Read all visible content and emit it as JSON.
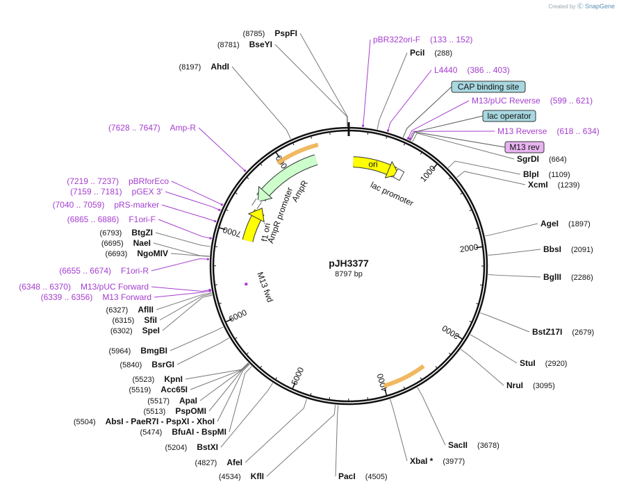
{
  "credit": {
    "prefix": "Created by",
    "brand": "SnapGene"
  },
  "plasmid": {
    "name": "pJH3377",
    "length_label": "8797 bp",
    "length": 8797
  },
  "ticks": [
    "1000",
    "2000",
    "3000",
    "4000",
    "5000",
    "6000",
    "7000",
    "8000"
  ],
  "enzymes": [
    {
      "name": "PspFI",
      "pos": "(8785)",
      "site": 8785
    },
    {
      "name": "BseYI",
      "pos": "(8781)",
      "site": 8781
    },
    {
      "name": "AhdI",
      "pos": "(8197)",
      "site": 8197
    },
    {
      "name": "PciI",
      "pos": "(288)",
      "site": 288
    },
    {
      "name": "SgrDI",
      "pos": "(664)",
      "site": 664
    },
    {
      "name": "BlpI",
      "pos": "(1109)",
      "site": 1109
    },
    {
      "name": "XcmI",
      "pos": "(1239)",
      "site": 1239
    },
    {
      "name": "AgeI",
      "pos": "(1897)",
      "site": 1897
    },
    {
      "name": "BbsI",
      "pos": "(2091)",
      "site": 2091
    },
    {
      "name": "BglII",
      "pos": "(2286)",
      "site": 2286
    },
    {
      "name": "BstZ17I",
      "pos": "(2679)",
      "site": 2679
    },
    {
      "name": "StuI",
      "pos": "(2920)",
      "site": 2920
    },
    {
      "name": "NruI",
      "pos": "(3095)",
      "site": 3095
    },
    {
      "name": "SacII",
      "pos": "(3678)",
      "site": 3678
    },
    {
      "name": "XbaI *",
      "pos": "(3977)",
      "site": 3977
    },
    {
      "name": "PacI",
      "pos": "(4505)",
      "site": 4505
    },
    {
      "name": "KflI",
      "pos": "(4534)",
      "site": 4534
    },
    {
      "name": "AfeI",
      "pos": "(4827)",
      "site": 4827
    },
    {
      "name": "BstXI",
      "pos": "(5204)",
      "site": 5204
    },
    {
      "name": "BfuAI  - BspMI",
      "pos": "(5474)",
      "site": 5474
    },
    {
      "name": "AbsI  - PaeR7I  - PspXI  - XhoI",
      "pos": "(5504)",
      "site": 5504
    },
    {
      "name": "PspOMI",
      "pos": "(5513)",
      "site": 5513
    },
    {
      "name": "ApaI",
      "pos": "(5517)",
      "site": 5517
    },
    {
      "name": "Acc65I",
      "pos": "(5519)",
      "site": 5519
    },
    {
      "name": "KpnI",
      "pos": "(5523)",
      "site": 5523
    },
    {
      "name": "BsrGI",
      "pos": "(5840)",
      "site": 5840
    },
    {
      "name": "BmgBI",
      "pos": "(5964)",
      "site": 5964
    },
    {
      "name": "SpeI",
      "pos": "(6302)",
      "site": 6302
    },
    {
      "name": "SfiI",
      "pos": "(6315)",
      "site": 6315
    },
    {
      "name": "AflII",
      "pos": "(6327)",
      "site": 6327
    },
    {
      "name": "NgoMIV",
      "pos": "(6693)",
      "site": 6693
    },
    {
      "name": "NaeI",
      "pos": "(6695)",
      "site": 6695
    },
    {
      "name": "BtgZI",
      "pos": "(6793)",
      "site": 6793
    }
  ],
  "primers": [
    {
      "name": "pBR322ori-F",
      "range": "(133 .. 152)",
      "site": 142
    },
    {
      "name": "L4440",
      "range": "(386 .. 403)",
      "site": 395
    },
    {
      "name": "M13/pUC Reverse",
      "range": "(599 .. 621)",
      "site": 610
    },
    {
      "name": "M13 Reverse",
      "range": "(618 .. 634)",
      "site": 626
    },
    {
      "name": "Amp-R",
      "range": "(7628 .. 7647)",
      "site": 7637
    },
    {
      "name": "pBRforEco",
      "range": "(7219 .. 7237)",
      "site": 7228
    },
    {
      "name": "pGEX 3'",
      "range": "(7159 .. 7181)",
      "site": 7170
    },
    {
      "name": "pRS-marker",
      "range": "(7040 .. 7059)",
      "site": 7050
    },
    {
      "name": "F1ori-F",
      "range": "(6865 .. 6886)",
      "site": 6875
    },
    {
      "name": "F1ori-R",
      "range": "(6655 .. 6674)",
      "site": 6665
    },
    {
      "name": "M13/pUC Forward",
      "range": "(6348 .. 6370)",
      "site": 6359
    },
    {
      "name": "M13 Forward",
      "range": "(6339 .. 6356)",
      "site": 6348
    }
  ],
  "boxed_features": [
    {
      "name": "CAP binding site",
      "site": 560,
      "fill": "#a8d8e0"
    },
    {
      "name": "lac operator",
      "site": 640,
      "fill": "#a8d8e0"
    },
    {
      "name": "M13 rev",
      "site": 640,
      "fill": "#e8b4f0"
    }
  ],
  "features": [
    {
      "name": "ori",
      "start": 60,
      "end": 640,
      "fill": "#ffff00"
    },
    {
      "name": "AmpR",
      "start": 7520,
      "end": 8380,
      "fill": "#ccffcc"
    },
    {
      "name": "AmpR promoter",
      "start": 7380,
      "end": 7480,
      "fill": "#ffffff"
    },
    {
      "name": "f1 ori",
      "start": 6940,
      "end": 7360,
      "fill": "#ffff00"
    },
    {
      "name": "lac promoter",
      "start": 690,
      "end": 720,
      "fill": "#ffffff"
    },
    {
      "name": "M13 fwd",
      "start": 6335,
      "end": 6370,
      "fill": "#a43ccf"
    }
  ],
  "colors": {
    "enzyme_line": "#777777",
    "primer": "#a43ccf",
    "orf": "#f0b860"
  }
}
